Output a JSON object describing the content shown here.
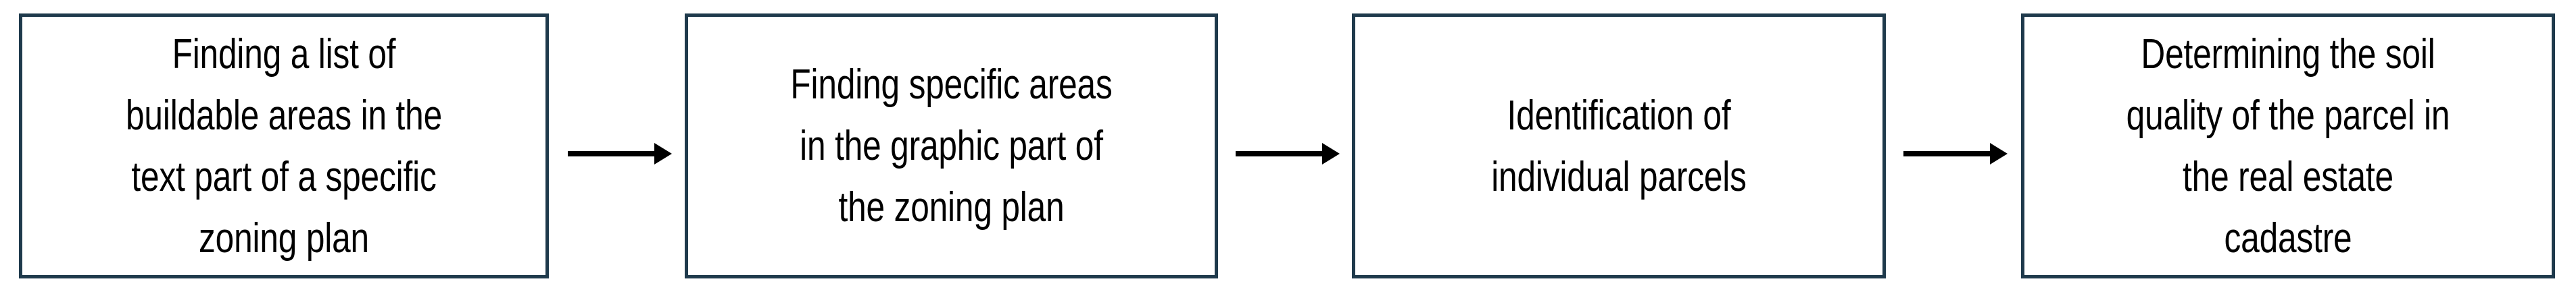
{
  "diagram": {
    "type": "linear-process-flowchart",
    "orientation": "horizontal",
    "direction": "left-to-right",
    "step_count": 4,
    "connector_count": 3,
    "colors": {
      "box_border": "#1F3A4C",
      "box_fill": "#FFFFFF",
      "text": "#000000",
      "arrow": "#000000",
      "canvas_background": "#FFFFFF"
    },
    "steps": [
      {
        "index": 1,
        "name": "finding-buildable-areas-text-part",
        "label": "Finding a list of\nbuildable areas in the\ntext part of a specific\nzoning plan",
        "lines": [
          "Finding a list of",
          "buildable areas in the",
          "text part of a specific",
          "zoning plan"
        ]
      },
      {
        "index": 2,
        "name": "finding-specific-areas-graphic-part",
        "label": "Finding specific areas\nin the graphic part of\nthe zoning plan",
        "lines": [
          "Finding specific areas",
          "in the graphic part of",
          "the zoning plan"
        ]
      },
      {
        "index": 3,
        "name": "identification-of-individual-parcels",
        "label": "Identification of\nindividual parcels",
        "lines": [
          "Identification of",
          "individual parcels"
        ]
      },
      {
        "index": 4,
        "name": "determining-soil-quality-cadastre",
        "label": "Determining the soil\nquality of the parcel in\nthe real estate\ncadastre",
        "lines": [
          "Determining the soil",
          "quality of the parcel in",
          "the real estate",
          "cadastre"
        ]
      }
    ],
    "connectors": [
      {
        "index": 1,
        "name": "arrow-step1-to-step2",
        "from": 1,
        "to": 2,
        "glyph": "right-arrow"
      },
      {
        "index": 2,
        "name": "arrow-step2-to-step3",
        "from": 2,
        "to": 3,
        "glyph": "right-arrow"
      },
      {
        "index": 3,
        "name": "arrow-step3-to-step4",
        "from": 3,
        "to": 4,
        "glyph": "right-arrow"
      }
    ]
  }
}
